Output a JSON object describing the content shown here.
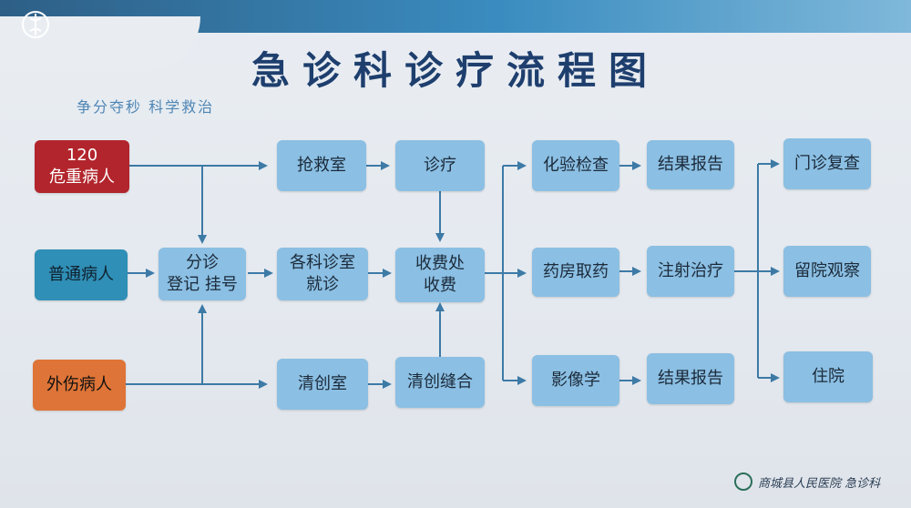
{
  "header": {
    "title": "急诊科诊疗流程图",
    "slogan": "争分夺秒 科学救治"
  },
  "nodes": {
    "critical": {
      "line1": "120",
      "line2": "危重病人"
    },
    "general": "普通病人",
    "trauma": "外伤病人",
    "triage": {
      "line1": "分诊",
      "line2": "登记 挂号"
    },
    "rescue_room": "抢救室",
    "departments": {
      "line1": "各科诊室",
      "line2": "就诊"
    },
    "debridement_room": "清创室",
    "treatment": "诊疗",
    "cashier": {
      "line1": "收费处",
      "line2": "收费"
    },
    "debridement_suture": "清创缝合",
    "lab_test": "化验检查",
    "pharmacy": "药房取药",
    "imaging": "影像学",
    "report_1": "结果报告",
    "injection": "注射治疗",
    "report_2": "结果报告",
    "outpatient_review": "门诊复查",
    "observation": "留院观察",
    "admission": "住院"
  },
  "footer": {
    "hospital": "商城县人民医院 急诊科"
  },
  "colors": {
    "box_light": "#8bbfe3",
    "critical": "#b2252c",
    "general": "#2f8fb6",
    "trauma": "#de7437",
    "arrow": "#3d7aa6",
    "title": "#1e3f6e"
  }
}
